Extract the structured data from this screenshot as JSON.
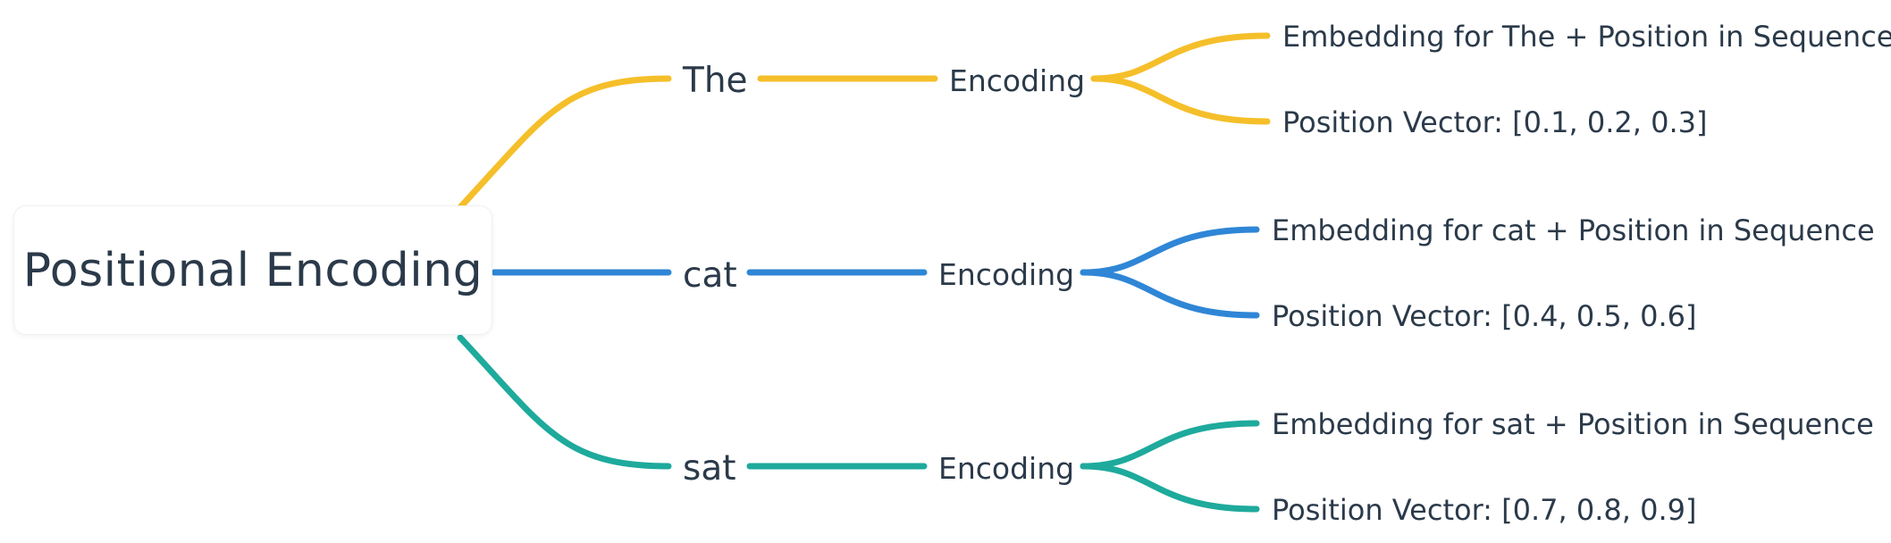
{
  "root": {
    "label": "Positional Encoding"
  },
  "branches": [
    {
      "word": "The",
      "encoding_label": "Encoding",
      "leaves": [
        "Embedding for The + Position in Sequence",
        "Position Vector: [0.1, 0.2, 0.3]"
      ],
      "color": "#F5BF2A"
    },
    {
      "word": "cat",
      "encoding_label": "Encoding",
      "leaves": [
        "Embedding for cat + Position in Sequence",
        "Position Vector: [0.4, 0.5, 0.6]"
      ],
      "color": "#2F86D6"
    },
    {
      "word": "sat",
      "encoding_label": "Encoding",
      "leaves": [
        "Embedding for sat + Position in Sequence",
        "Position Vector: [0.7, 0.8, 0.9]"
      ],
      "color": "#1EAA9C"
    }
  ]
}
